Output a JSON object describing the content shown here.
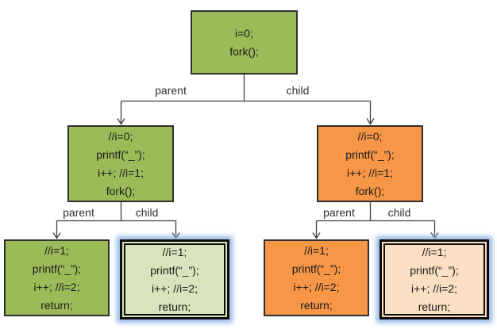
{
  "edge_labels": {
    "parent": "parent",
    "child": "child"
  },
  "colors": {
    "green": "#9BBB59",
    "orange": "#F79646",
    "light_green": "#D8E4BC",
    "light_orange": "#FBDFC3",
    "glow_blue": "#8EB4E3",
    "box_border": "#2F2F2F",
    "connector_line": "#404040"
  },
  "nodes": {
    "root": {
      "lines": [
        "i=0;",
        "fork();"
      ]
    },
    "parent_branch": {
      "lines": [
        "//i=0;",
        "printf(“_”);",
        "i++; //i=1;",
        "fork();"
      ]
    },
    "child_branch": {
      "lines": [
        "//i=0;",
        "printf(“_”);",
        "i++; //i=1;",
        "fork();"
      ]
    },
    "parent_parent_leaf": {
      "lines": [
        "//i=1;",
        "printf(“_”);",
        "i++; //i=2;",
        "return;"
      ]
    },
    "parent_child_leaf": {
      "lines": [
        "//i=1;",
        "printf(“_”);",
        "i++; //i=2;",
        "return;"
      ]
    },
    "child_parent_leaf": {
      "lines": [
        "//i=1;",
        "printf(“_”);",
        "i++; //i=2;",
        "return;"
      ]
    },
    "child_child_leaf": {
      "lines": [
        "//i=1;",
        "printf(“_”);",
        "i++; //i=2;",
        "return;"
      ]
    }
  }
}
